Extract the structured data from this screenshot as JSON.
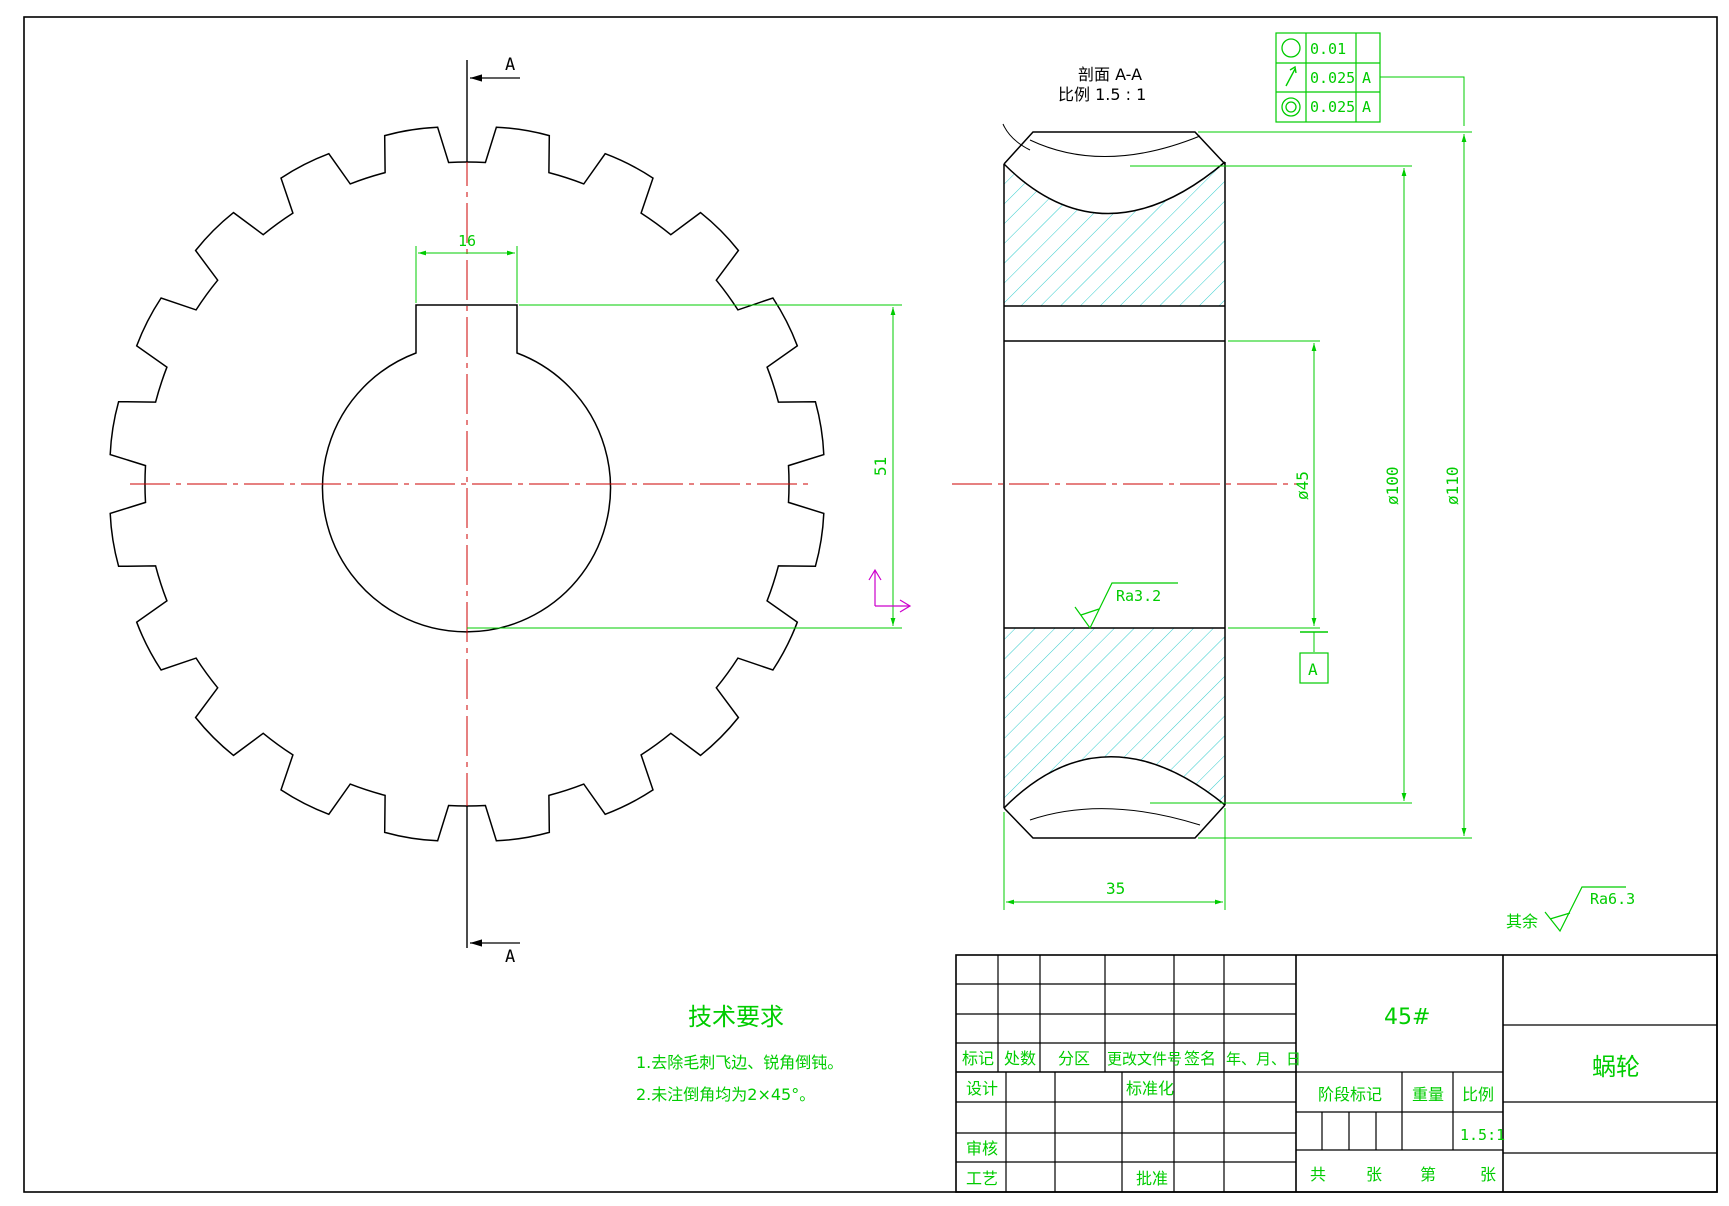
{
  "colors": {
    "outline": "#000000",
    "dimension": "#00cc00",
    "centerline": "#cc0000",
    "hatch": "#33cccc",
    "ucs": "#cc00cc",
    "background": "#ffffff"
  },
  "section_marks": {
    "top": "A",
    "bottom": "A"
  },
  "section_title": {
    "line1": "剖面 A-A",
    "line2": "比例 1.5 : 1"
  },
  "dimensions": {
    "keyway_width": "16",
    "keyway_depth": "51",
    "bore_dia": "ø45",
    "root_dia": "ø100",
    "outer_dia": "ø110",
    "face_width": "35"
  },
  "roughness": {
    "bore": "Ra3.2",
    "other_label": "其余",
    "other": "Ra6.3"
  },
  "datum": {
    "label": "A"
  },
  "tolerance_frame": [
    {
      "symbol": "circularity-icon",
      "value": "0.01",
      "datum": ""
    },
    {
      "symbol": "runout-icon",
      "value": "0.025",
      "datum": "A"
    },
    {
      "symbol": "concentricity-icon",
      "value": "0.025",
      "datum": "A"
    }
  ],
  "tech_requirements": {
    "title": "技术要求",
    "items": [
      "1.去除毛刺飞边、锐角倒钝。",
      "2.未注倒角均为2×45°。"
    ]
  },
  "title_block": {
    "material": "45#",
    "part_name": "蜗轮",
    "header_cols": [
      "标记",
      "处数",
      "分区",
      "更改文件号",
      "签名",
      "年、月、日"
    ],
    "design": "设计",
    "standardization": "标准化",
    "review": "审核",
    "process": "工艺",
    "approve": "批准",
    "stage_mark": "阶段标记",
    "weight": "重量",
    "scale_label": "比例",
    "scale_value": "1.5:1",
    "total": "共",
    "sheets": "张",
    "sheet_no": "第",
    "sheets2": "张"
  }
}
